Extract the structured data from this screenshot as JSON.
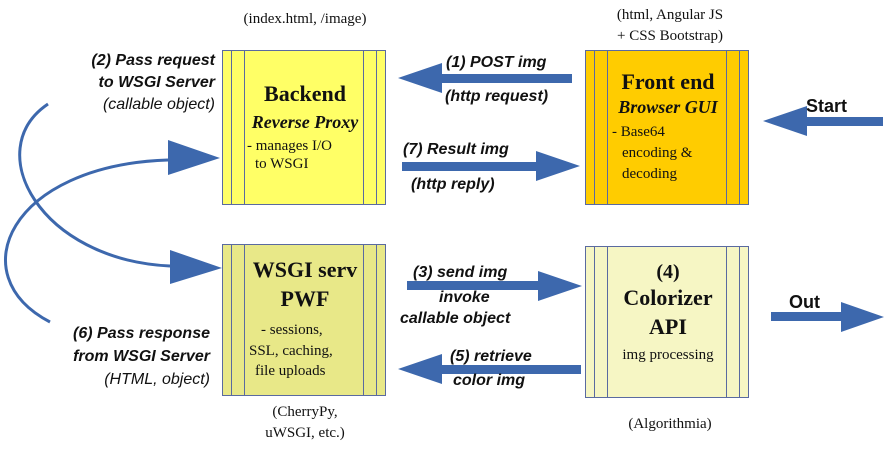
{
  "boxes": {
    "backend": {
      "title": "Backend",
      "subtitle": "Reverse Proxy",
      "body_lines": [
        "- manages I/O",
        "to WSGI"
      ],
      "caption": "(index.html, /image)",
      "fill": "#ffff66"
    },
    "frontend": {
      "title": "Front end",
      "subtitle": "Browser GUI",
      "body_lines": [
        "- Base64",
        "encoding &",
        "decoding"
      ],
      "caption_lines": [
        "(html, Angular JS",
        "+ CSS Bootstrap)"
      ],
      "fill": "#ffcc00"
    },
    "wsgi": {
      "title_lines": [
        "WSGI serv",
        "PWF"
      ],
      "body_lines": [
        "- sessions,",
        "SSL, caching,",
        "file uploads"
      ],
      "caption_lines": [
        "(CherryPy,",
        "uWSGI, etc.)"
      ],
      "fill": "#e8e888"
    },
    "colorizer": {
      "title_lines": [
        "(4)",
        "Colorizer",
        "API"
      ],
      "body_lines": [
        "img processing"
      ],
      "caption": "(Algorithmia)",
      "fill": "#f6f6c4"
    }
  },
  "labels": {
    "pass_request": {
      "lines": [
        "(2) Pass request",
        "to WSGI Server"
      ],
      "sub": "(callable object)"
    },
    "pass_response": {
      "lines": [
        "(6) Pass response",
        "from WSGI Server"
      ],
      "sub": "(HTML, object)"
    },
    "post_img": {
      "line1": "(1) POST img",
      "line2": "(http request)"
    },
    "result_img": {
      "line1": "(7) Result img",
      "line2": "(http reply)"
    },
    "send_img": {
      "lines": [
        "(3) send img",
        "invoke",
        "callable object"
      ]
    },
    "retrieve_img": {
      "lines": [
        "(5) retrieve",
        "color img"
      ]
    },
    "start": "Start",
    "out": "Out"
  },
  "colors": {
    "arrow": "#3d68ad",
    "border": "#5a6aa0"
  }
}
